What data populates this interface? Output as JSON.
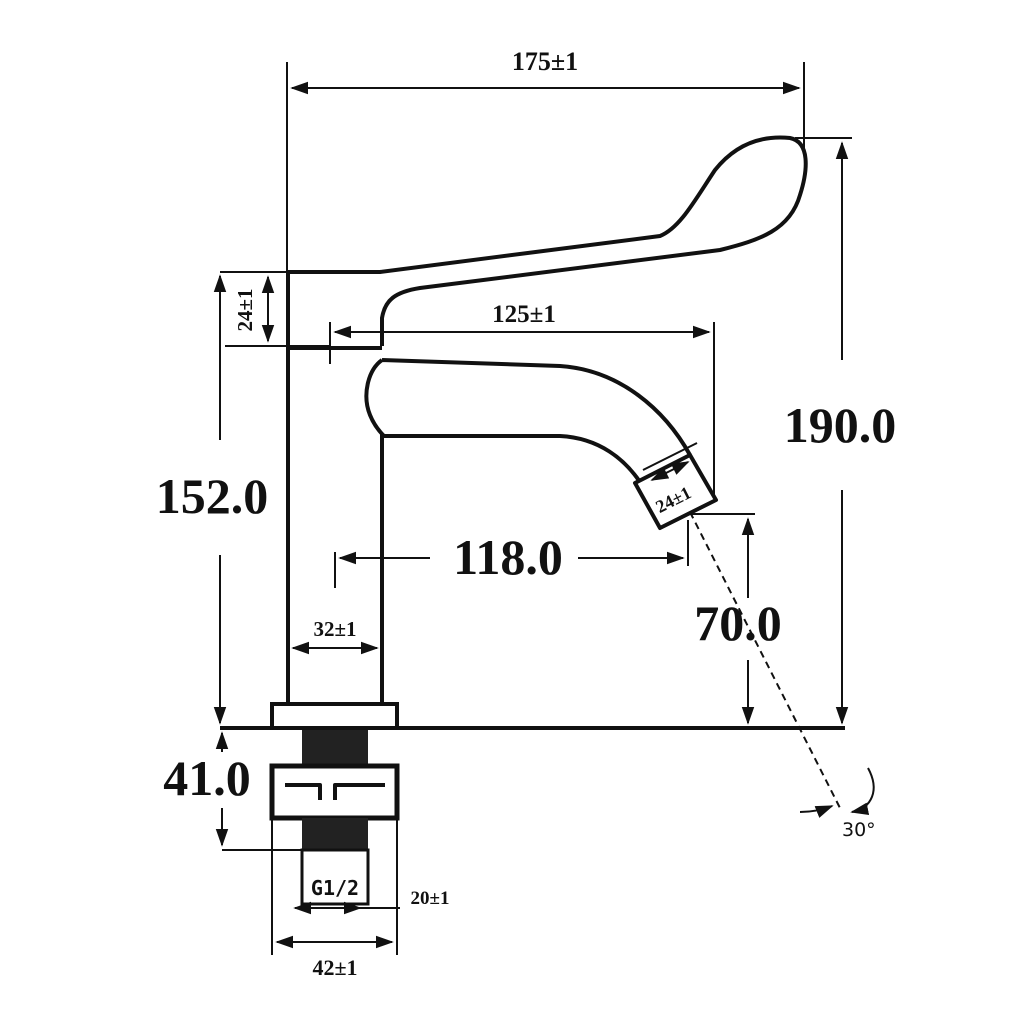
{
  "drawing": {
    "colors": {
      "ink": "#111111",
      "background": "#ffffff"
    },
    "dimensions": {
      "overall_width": "175±1",
      "lever_thickness": "24±1",
      "spout_reach": "125±1",
      "height_to_top": "190.0",
      "height_to_lever": "152.0",
      "spout_offset": "118.0",
      "outlet_width": "24±1",
      "outlet_height": "70.0",
      "body_width": "32±1",
      "shank_length": "41.0",
      "thread": "G1/2",
      "thread_width": "20±1",
      "base_width": "42±1",
      "spray_angle": "30°"
    }
  }
}
